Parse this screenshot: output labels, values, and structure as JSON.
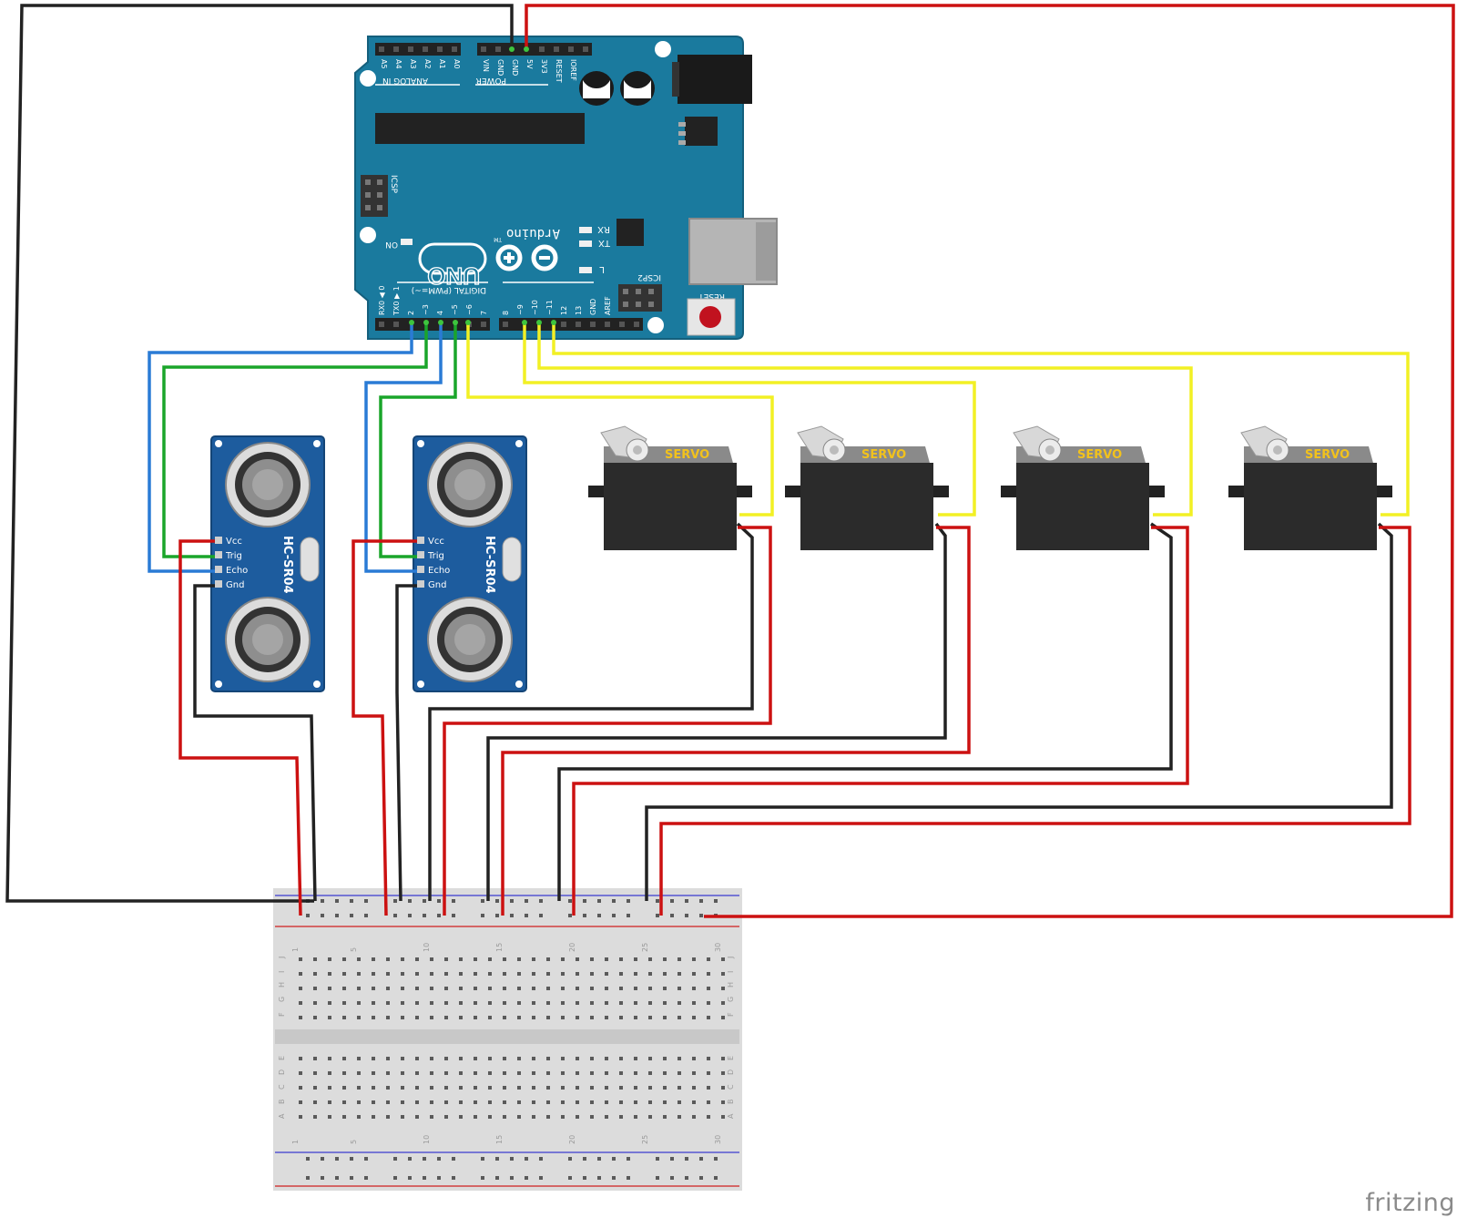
{
  "watermark": "fritzing",
  "arduino": {
    "brand": "Arduino",
    "tm": "TM",
    "model": "UNO",
    "icsp": "ICSP",
    "icsp2": "ICSP2",
    "on": "ON",
    "rx": "RX",
    "tx": "TX",
    "l": "L",
    "reset": "RESET",
    "analog_in": "ANALOG IN",
    "power": "POWER",
    "digital": "DIGITAL (PWM=~)",
    "analog_pins": [
      "A5",
      "A4",
      "A3",
      "A2",
      "A1",
      "A0"
    ],
    "power_pins": [
      "VIN",
      "GND",
      "GND",
      "5V",
      "3V3",
      "RESET",
      "IOREF"
    ],
    "digital_pins_low": [
      "RX0 ◀ 0",
      "TX0 ▶ 1",
      "2",
      "~3",
      "4",
      "~5",
      "~6",
      "7"
    ],
    "digital_pins_high": [
      "8",
      "~9",
      "~10",
      "~11",
      "12",
      "13",
      "GND",
      "AREF"
    ]
  },
  "sensors": [
    {
      "model": "HC-SR04",
      "pins": [
        "Vcc",
        "Trig",
        "Echo",
        "Gnd"
      ]
    },
    {
      "model": "HC-SR04",
      "pins": [
        "Vcc",
        "Trig",
        "Echo",
        "Gnd"
      ]
    }
  ],
  "servos": [
    {
      "label": "SERVO"
    },
    {
      "label": "SERVO"
    },
    {
      "label": "SERVO"
    },
    {
      "label": "SERVO"
    }
  ],
  "breadboard": {
    "column_numbers": [
      "1",
      "5",
      "10",
      "15",
      "20",
      "25",
      "30"
    ],
    "row_letters_top": [
      "J",
      "I",
      "H",
      "G",
      "F"
    ],
    "row_letters_bottom": [
      "E",
      "D",
      "C",
      "B",
      "A"
    ]
  },
  "colors": {
    "board": "#1a7a9e",
    "sensor": "#1d5c9e",
    "servo_body": "#2b2b2b",
    "servo_label": "#f2c21c",
    "wire_red": "#cc1111",
    "wire_black": "#222222",
    "wire_blue": "#2a7bd5",
    "wire_green": "#1aa52a",
    "wire_yellow": "#f2f024",
    "breadboard": "#dcdcdc"
  }
}
